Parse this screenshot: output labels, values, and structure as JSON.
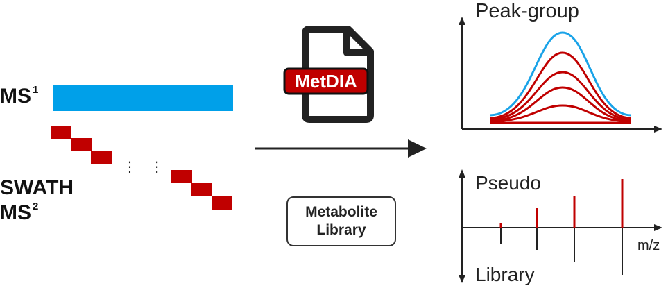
{
  "left": {
    "ms1_label": "MS",
    "ms1_sup": "1",
    "swath_label": "SWATH",
    "ms2_label": "MS",
    "ms2_sup": "2",
    "ellipsis": "⋮   ⋮"
  },
  "middle": {
    "software_name": "MetDIA",
    "library_line1": "Metabolite",
    "library_line2": "Library"
  },
  "right": {
    "peak_title": "Peak-group",
    "pseudo_label": "Pseudo",
    "library_label": "Library",
    "mz_label": "m/z"
  },
  "colors": {
    "ms1_bar": "#00a0e9",
    "swath": "#c00000",
    "text": "#111111"
  },
  "icons": [
    "document-file-icon",
    "arrow-right-icon"
  ]
}
